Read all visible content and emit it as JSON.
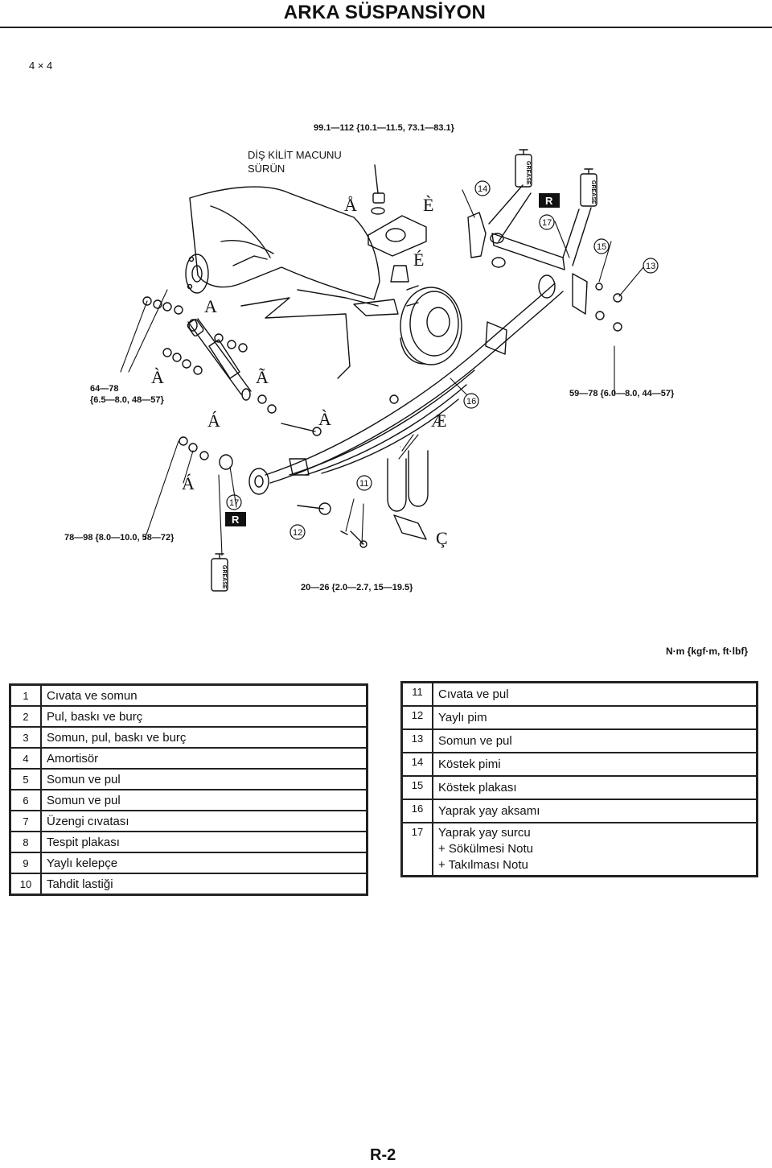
{
  "header": {
    "title": "ARKA SÜSPANSİYON"
  },
  "drive_label": "4 × 4",
  "diagram": {
    "note_line1": "DİŞ KİLİT MACUNU",
    "note_line2": "SÜRÜN",
    "torques": {
      "top": "99.1—112 {10.1—11.5, 73.1—83.1}",
      "left_line1": "64—78",
      "left_line2": "{6.5—8.0, 48—57}",
      "right": "59—78 {6.0—8.0, 44—57}",
      "lower_left": "78—98 {8.0—10.0, 58—72}",
      "bottom": "20—26 {2.0—2.7, 15—19.5}"
    },
    "callout_letters": {
      "a": "Å",
      "e": "È",
      "e_acute": "É",
      "a_ring": "A",
      "a_grave": "À",
      "a_tilde": "Ã",
      "a_acute": "Á",
      "a_grave2": "À",
      "ae": "Æ",
      "a_acute2": "Á",
      "c": "Ç"
    },
    "circled_numbers": {
      "n14": "14",
      "n17a": "17",
      "n15": "15",
      "n13": "13",
      "n16": "16",
      "n11": "11",
      "n17b": "17",
      "n12": "12"
    },
    "r_badges": {
      "top": "R",
      "bottom": "R"
    },
    "grease_label": "GREASE"
  },
  "units": "N·m {kgf·m, ft·lbf}",
  "legend_left": [
    {
      "num": "1",
      "desc": "Cıvata ve somun"
    },
    {
      "num": "2",
      "desc": "Pul, baskı ve burç"
    },
    {
      "num": "3",
      "desc": "Somun, pul, baskı ve burç"
    },
    {
      "num": "4",
      "desc": "Amortisör"
    },
    {
      "num": "5",
      "desc": "Somun ve pul"
    },
    {
      "num": "6",
      "desc": "Somun ve pul"
    },
    {
      "num": "7",
      "desc": "Üzengi cıvatası"
    },
    {
      "num": "8",
      "desc": "Tespit plakası"
    },
    {
      "num": "9",
      "desc": "Yaylı kelepçe"
    },
    {
      "num": "10",
      "desc": "Tahdit lastiği"
    }
  ],
  "legend_right": [
    {
      "num": "11",
      "desc": "Cıvata ve pul"
    },
    {
      "num": "12",
      "desc": "Yaylı pim"
    },
    {
      "num": "13",
      "desc": "Somun ve pul"
    },
    {
      "num": "14",
      "desc": "Köstek pimi"
    },
    {
      "num": "15",
      "desc": "Köstek plakası"
    },
    {
      "num": "16",
      "desc": "Yaprak yay aksamı"
    },
    {
      "num": "17",
      "desc": "Yaprak yay surcu\n+ Sökülmesi Notu\n+ Takılması Notu"
    }
  ],
  "page_number": "R-2"
}
